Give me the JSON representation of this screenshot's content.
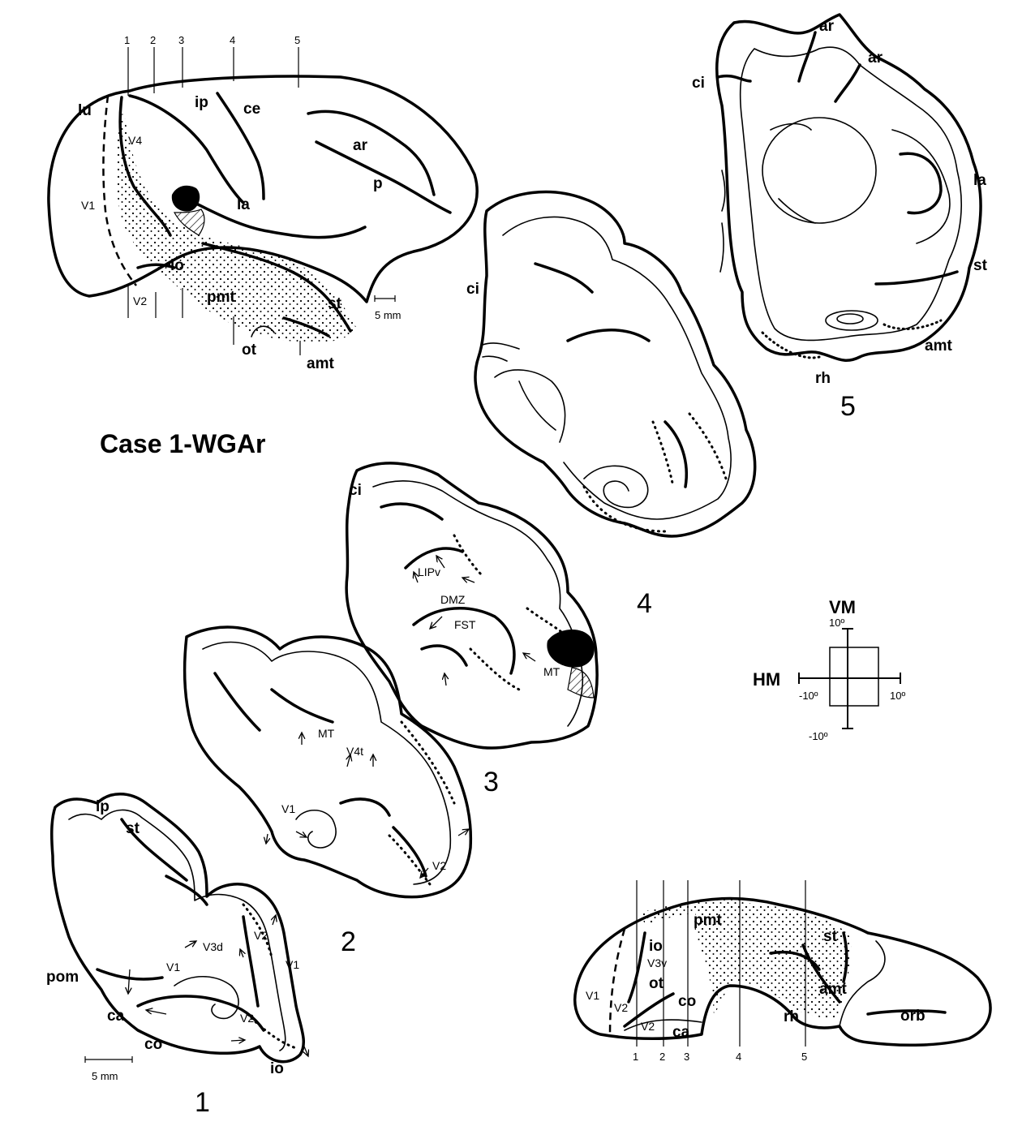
{
  "title": "Case 1-WGAr",
  "lateral_view": {
    "section_numbers": [
      "1",
      "2",
      "3",
      "4",
      "5"
    ],
    "labels": [
      "lu",
      "V4",
      "ip",
      "ce",
      "ar",
      "p",
      "la",
      "V1",
      "io",
      "V2",
      "pmt",
      "st",
      "ot",
      "amt"
    ],
    "scale_bar": "5 mm"
  },
  "ventral_view": {
    "section_numbers": [
      "1",
      "2",
      "3",
      "4",
      "5"
    ],
    "labels": [
      "V1",
      "io",
      "V3v",
      "ot",
      "V2",
      "co",
      "V2",
      "ca",
      "pmt",
      "st",
      "amt",
      "rh",
      "orb"
    ]
  },
  "sections": {
    "s1": {
      "number": "1",
      "labels": [
        "ip",
        "st",
        "pom",
        "ca",
        "co",
        "io"
      ],
      "areas": [
        "V3d",
        "V1",
        "V2",
        "V1",
        "V2"
      ],
      "scale_bar": "5 mm"
    },
    "s2": {
      "number": "2",
      "areas": [
        "MT",
        "V4t",
        "V1",
        "V2"
      ]
    },
    "s3": {
      "number": "3",
      "labels": [
        "ci"
      ],
      "areas": [
        "LIPv",
        "DMZ",
        "FST",
        "MT"
      ]
    },
    "s4": {
      "number": "4",
      "labels": [
        "ci"
      ]
    },
    "s5": {
      "number": "5",
      "labels": [
        "ar",
        "ar",
        "ci",
        "la",
        "st",
        "amt",
        "rh"
      ]
    }
  },
  "visual_field_key": {
    "vertical_label": "VM",
    "horizontal_label": "HM",
    "top": "10º",
    "bottom": "-10º",
    "left": "-10º",
    "right": "10º"
  },
  "colors": {
    "ink": "#000000",
    "paper": "#ffffff"
  }
}
